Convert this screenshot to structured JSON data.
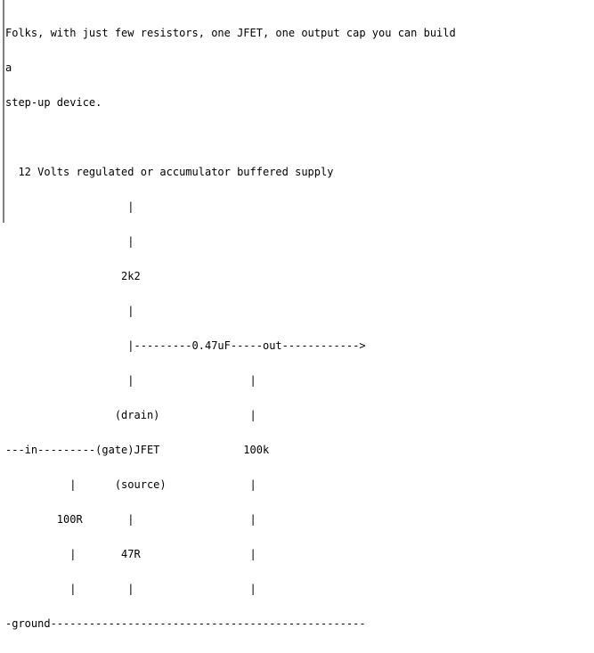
{
  "text_lines": [
    "Folks, with just few resistors, one JFET, one output cap you can build",
    "a",
    "step-up device.",
    "",
    "  12 Volts regulated or accumulator buffered supply",
    "                   |",
    "                   |",
    "                  2k2",
    "                   |",
    "                   |---------0.47uF-----out------------>",
    "                   |                  |",
    "                 (drain)              |",
    "---in---------(gate)JFET             100k",
    "          |      (source)             |",
    "        100R       |                  |",
    "          |       47R                 |",
    "          |        |                  |",
    "-ground-------------------------------------------------"
  ],
  "colors": {
    "background": "#ffffff",
    "text": "#000000",
    "edge": "#7f7f7f"
  }
}
